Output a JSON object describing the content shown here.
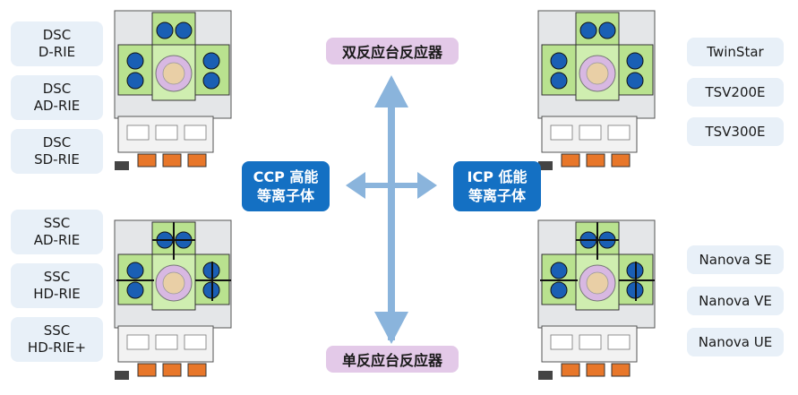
{
  "top_label": "双反应台反应器",
  "bottom_label": "单反应台反应器",
  "left_center": "CCP 高能\n等离子体",
  "right_center": "ICP 低能\n等离子体",
  "left_top_items": [
    "DSC\nD-RIE",
    "DSC\nAD-RIE",
    "DSC\nSD-RIE"
  ],
  "left_bottom_items": [
    "SSC\nAD-RIE",
    "SSC\nHD-RIE",
    "SSC\nHD-RIE+"
  ],
  "right_top_items": [
    "TwinStar",
    "TSV200E",
    "TSV300E"
  ],
  "right_bottom_items": [
    "Nanova SE",
    "Nanova VE",
    "Nanova UE"
  ],
  "colors": {
    "label_bg": "#e8f0f8",
    "center_bg": "#1470c3",
    "pink_bg": "#e3c9e8",
    "arrow": "#8ab4dc",
    "module_green": "#b9e28f",
    "chamber_blue": "#1a5fb4",
    "pump_orange": "#e8772a"
  }
}
